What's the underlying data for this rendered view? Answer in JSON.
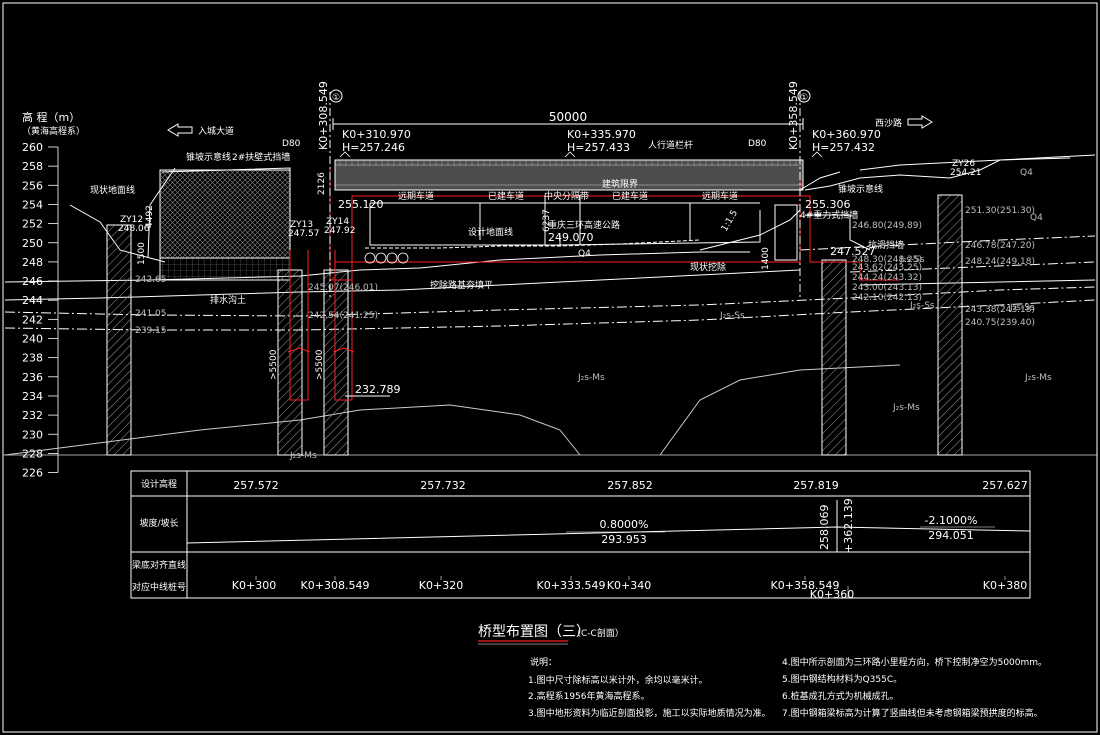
{
  "header": {
    "elevation_title": "高 程（m）",
    "elevation_subtitle": "（黄海高程系）",
    "dir_left": "入城大道",
    "dir_right": "西沙路"
  },
  "elevation_ticks": [
    "260",
    "258",
    "256",
    "254",
    "252",
    "250",
    "248",
    "246",
    "244",
    "242",
    "240",
    "238",
    "236",
    "234",
    "232",
    "230",
    "228",
    "226"
  ],
  "section": {
    "span_length": "50000",
    "axis_left": "K0+308.549",
    "axis_right": "K0+358.549",
    "axis_mark": "①",
    "axis_mark_right": "①",
    "st_left": "K0+310.970",
    "h_left": "H=257.246",
    "st_mid": "K0+335.970",
    "h_mid": "H=257.433",
    "st_right": "K0+360.970",
    "h_right": "H=257.432",
    "d80_left": "D80",
    "d80_right": "D80",
    "railing": "人行道栏杆",
    "slope_line_left": "锥坡示意线",
    "slope_line_right": "锥坡示意线",
    "retaining_wall": "2#扶壁式挡墙",
    "ground_line_left": "现状地面线",
    "design_ground": "设计地面线",
    "ground_right": "现状挖除",
    "fill_note": "挖除路基夯填平",
    "lane_1": "远期车道",
    "lane_2": "已建车道",
    "median": "中央分隔带",
    "lane_3": "已建车道",
    "lane_4": "远期车道",
    "clearance_note": "建筑限界",
    "road_name": "重庆三环高速公路",
    "road_elev": "249.070",
    "q4": "Q4",
    "elev_255120": "255.120",
    "elev_255306": "255.306",
    "elev_247527": "247.527",
    "elev_232789": "232.789",
    "dim_2126": "2126",
    "dim_6237": "6237",
    "dim_4492": "4492",
    "dim_1500": "1500",
    "dim_1_15": "1:1.5",
    "dim_1400": "1400",
    "dim_5500a": ">5500",
    "dim_5500b": ">5500",
    "abut_right": "4#重力式挡墙",
    "retain_right": "抗滑挡墙",
    "zy12": "ZY12",
    "zy12e": "248.06",
    "zy13": "ZY13",
    "zy13e": "247.57",
    "zy14": "ZY14",
    "zy14e": "247.92",
    "zy26": "ZY26",
    "zy26e": "254.21",
    "q4r": "Q4",
    "q4r2": "Q4",
    "jr1": "J₂s-Ss",
    "jr2": "J₂s-Ss",
    "jr3": "J₂s-Ms",
    "jr4": "J₂s-Ms",
    "jr5": "J₂s-Ms",
    "jr6": "J₂s-Ss",
    "jr7": "J₂s-Ss",
    "jr8": "J₂s-Ms",
    "cut_note": "排水沟土",
    "e242": "242.65",
    "e241": "241.05",
    "e239": "239.15",
    "e248r": "246.80(249.89)",
    "e251r": "251.30(251.30)",
    "e247r": "246.78(247.20)",
    "e244r": "244.24(243.32)",
    "e243r": "243.00(243.13)",
    "e242r": "242.10(242.13)",
    "e243b": "243.38(243.18)",
    "e240r": "240.75(239.40)",
    "e248a": "248.24(249.18)",
    "e248b": "248.30(248.25)",
    "e243c": "243.62(243.25)",
    "e245l": "245.07(246.01)",
    "e242l": "242.54(241.25)"
  },
  "profile_table": {
    "row1_label": "设计高程",
    "row1_values": [
      "257.572",
      "257.732",
      "257.852",
      "257.819",
      "257.627"
    ],
    "row2_label": "坡度/坡长",
    "slope_left": "0.8000%",
    "length_left": "293.953",
    "slope_right": "-2.1000%",
    "length_right": "294.051",
    "vc_elev": "258.069",
    "vc_station": "+362.139",
    "row3_label_a": "梁底对齐直线",
    "row3_label_b": "对应中线桩号",
    "stations": [
      "K0+300",
      "K0+308.549",
      "K0+320",
      "K0+333.549",
      "K0+340",
      "K0+358.549",
      "K0+360",
      "K0+380"
    ]
  },
  "drawing": {
    "title": "桥型布置图（三）",
    "subtitle": "（C-C剖面）"
  },
  "notes": {
    "heading": "说明：",
    "n1": "1.图中尺寸除标高以米计外，余均以毫米计。",
    "n2": "2.高程系1956年黄海高程系。",
    "n3": "3.图中地形资料为临近剖面投影，施工以实际地质情况为准。",
    "n4": "4.图中所示剖面为三环路小里程方向，桥下控制净空为5000mm。",
    "n5": "5.图中钢结构材料为Q355C。",
    "n6": "6.桩基成孔方式为机械成孔。",
    "n7": "7.图中钢箱梁标高为计算了竖曲线但未考虑钢箱梁预拱度的标高。"
  },
  "colors": {
    "bg": "#000000",
    "line": "#ffffff",
    "red": "#ff2020",
    "grey": "#bfbfbf"
  }
}
